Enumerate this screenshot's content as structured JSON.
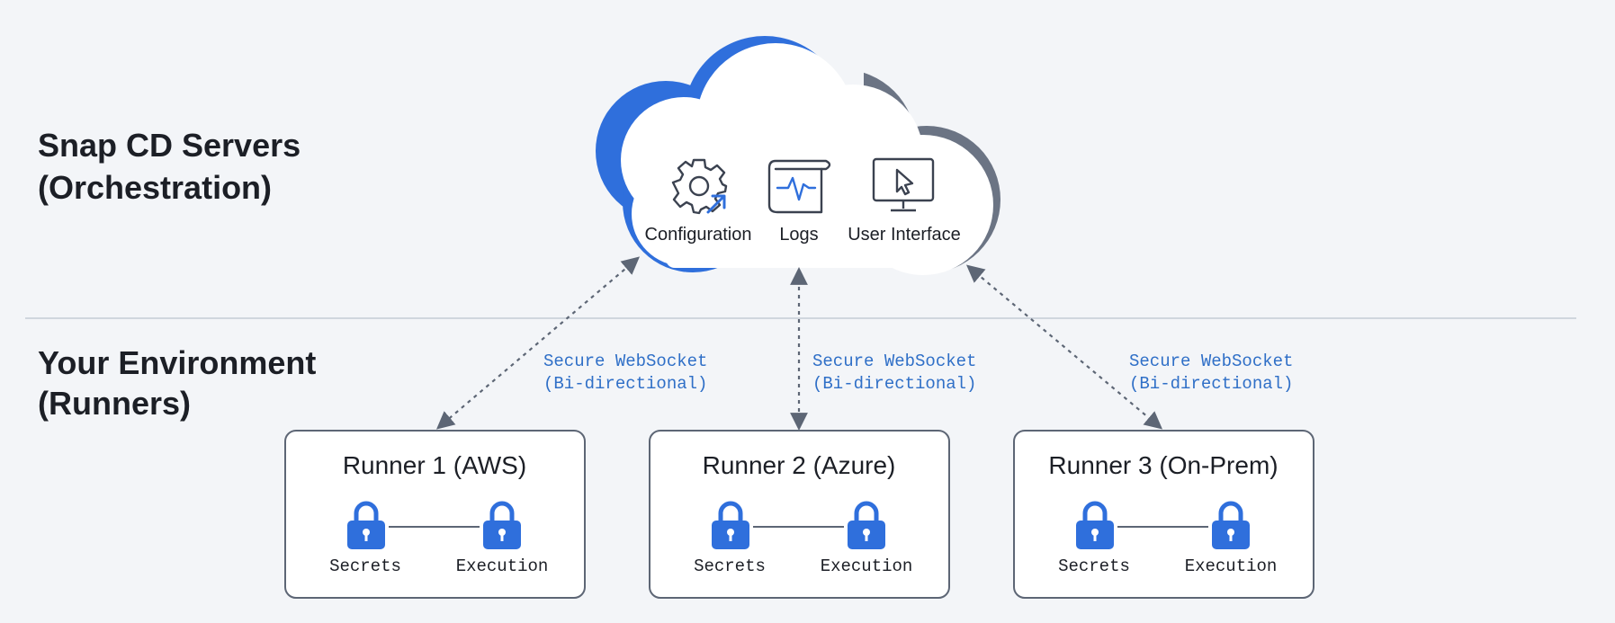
{
  "sections": {
    "top": {
      "line1": "Snap CD Servers",
      "line2": "(Orchestration)"
    },
    "bottom": {
      "line1": "Your Environment",
      "line2": "(Runners)"
    }
  },
  "cloud": {
    "services": [
      {
        "label": "Configuration",
        "icon": "gear-icon"
      },
      {
        "label": "Logs",
        "icon": "log-scroll-icon"
      },
      {
        "label": "User Interface",
        "icon": "monitor-cursor-icon"
      }
    ]
  },
  "connections": [
    {
      "line1": "Secure WebSocket",
      "line2": "(Bi-directional)"
    },
    {
      "line1": "Secure WebSocket",
      "line2": "(Bi-directional)"
    },
    {
      "line1": "Secure WebSocket",
      "line2": "(Bi-directional)"
    }
  ],
  "runners": [
    {
      "title": "Runner 1 (AWS)",
      "left_label": "Secrets",
      "right_label": "Execution"
    },
    {
      "title": "Runner 2 (Azure)",
      "left_label": "Secrets",
      "right_label": "Execution"
    },
    {
      "title": "Runner 3 (On-Prem)",
      "left_label": "Secrets",
      "right_label": "Execution"
    }
  ],
  "colors": {
    "accent_blue": "#2f6fdc",
    "cloud_shadow_gray": "#6b7484",
    "arrow_gray": "#5d6675",
    "label_blue": "#2f6fc7",
    "background": "#f3f5f8"
  }
}
